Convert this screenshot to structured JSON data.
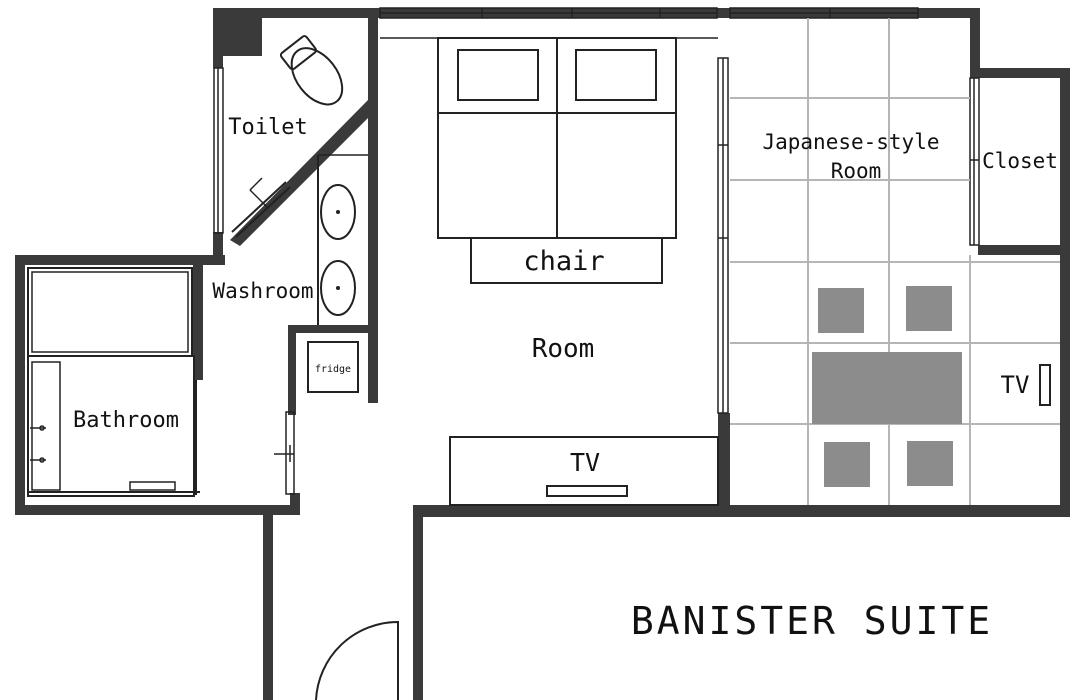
{
  "rooms": {
    "toilet": "Toilet",
    "washroom": "Washroom",
    "bathroom": "Bathroom",
    "fridge": "fridge",
    "room": "Room",
    "chair": "chair",
    "tv_room": "TV",
    "japanese_line1": "Japanese-style",
    "japanese_line2": "Room",
    "closet": "Closet",
    "tv_japanese": "TV"
  },
  "title": "BANISTER SUITE",
  "colors": {
    "wall": "#3a3a3a",
    "grid": "#b5b5b5",
    "furniture": "#8c8c8c"
  }
}
